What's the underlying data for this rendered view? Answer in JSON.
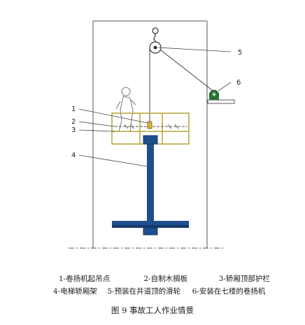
{
  "callouts": [
    "1",
    "2",
    "3",
    "4",
    "5",
    "6"
  ],
  "legend": {
    "row1": [
      "1-卷扬机起吊点",
      "2-自制木搁板",
      "3-轿厢顶部护栏"
    ],
    "row2": [
      "4-电梯轿厢架",
      "5-预装在井道顶的滑轮",
      "6-安装在七楼的卷扬机"
    ]
  },
  "caption": "图 9 事故工人作业情景",
  "colors": {
    "shaft_line": "#555555",
    "frame_yellow": "#b5a334",
    "beam_blue": "#1e4f8c",
    "beam_blue_dark": "#163a6a",
    "winch_green": "#2f7a3a",
    "leader": "#444444"
  }
}
